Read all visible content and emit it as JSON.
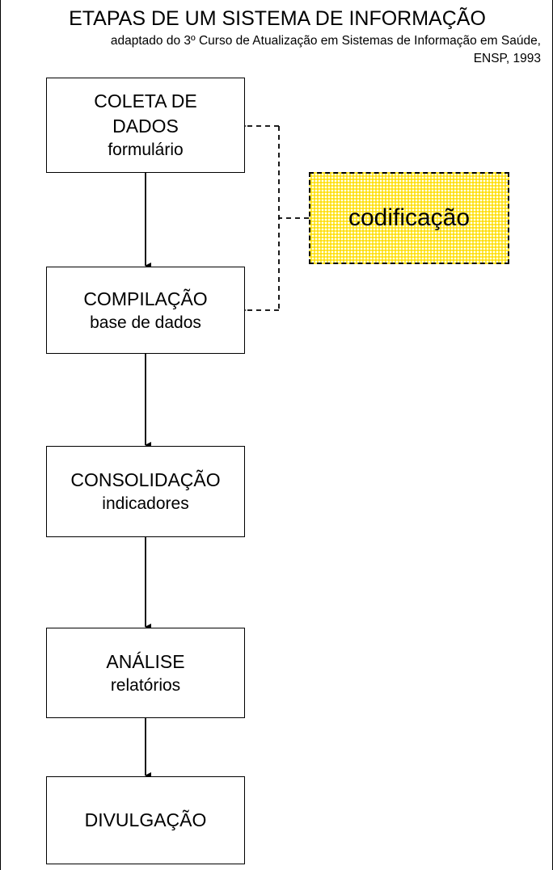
{
  "header": {
    "title": "ETAPAS DE UM SISTEMA DE INFORMAÇÃO",
    "subtitle_line1": "adaptado do 3º Curso de Atualização em Sistemas de Informação em Saúde,",
    "subtitle_line2": "ENSP, 1993"
  },
  "colors": {
    "stroke": "#000000",
    "page_background": "#ffffff",
    "node_fill": "#ffffff",
    "note_fill_pattern": "#ffec47",
    "text": "#000000"
  },
  "chart_data": {
    "type": "diagram",
    "diagram_kind": "flowchart",
    "orientation": "top-to-bottom",
    "title": "ETAPAS DE UM SISTEMA DE INFORMAÇÃO",
    "nodes": [
      {
        "id": "coleta",
        "title": "COLETA DE",
        "title2": "DADOS",
        "subtitle": "formulário",
        "shape": "rectangle",
        "fill": "#ffffff",
        "border": "solid"
      },
      {
        "id": "compilacao",
        "title": "COMPILAÇÃO",
        "subtitle": "base de dados",
        "shape": "rectangle",
        "fill": "#ffffff",
        "border": "solid"
      },
      {
        "id": "consolidacao",
        "title": "CONSOLIDAÇÃO",
        "subtitle": "indicadores",
        "shape": "rectangle",
        "fill": "#ffffff",
        "border": "solid"
      },
      {
        "id": "analise",
        "title": "ANÁLISE",
        "subtitle": "relatórios",
        "shape": "rectangle",
        "fill": "#ffffff",
        "border": "solid"
      },
      {
        "id": "divulgacao",
        "title": "DIVULGAÇÃO",
        "subtitle": "",
        "shape": "rectangle",
        "fill": "#ffffff",
        "border": "solid"
      },
      {
        "id": "codificacao",
        "title": "codificação",
        "subtitle": "",
        "shape": "rectangle",
        "fill": "#ffec47",
        "border": "dashed"
      }
    ],
    "edges": [
      {
        "from": "coleta",
        "to": "compilacao",
        "style": "solid",
        "arrow": "down"
      },
      {
        "from": "compilacao",
        "to": "consolidacao",
        "style": "solid",
        "arrow": "down"
      },
      {
        "from": "consolidacao",
        "to": "analise",
        "style": "solid",
        "arrow": "down"
      },
      {
        "from": "analise",
        "to": "divulgacao",
        "style": "solid",
        "arrow": "down"
      },
      {
        "from": "codificacao",
        "to": "coleta",
        "style": "dashed",
        "arrow": "left"
      },
      {
        "from": "codificacao",
        "to": "compilacao",
        "style": "dashed",
        "arrow": "left"
      }
    ]
  },
  "nodes": {
    "coleta": {
      "line1": "COLETA DE",
      "line2": "DADOS",
      "line3": "formulário"
    },
    "compilacao": {
      "line1": "COMPILAÇÃO",
      "line2": "base de dados"
    },
    "consolidacao": {
      "line1": "CONSOLIDAÇÃO",
      "line2": "indicadores"
    },
    "analise": {
      "line1": "ANÁLISE",
      "line2": "relatórios"
    },
    "divulgacao": {
      "line1": "DIVULGAÇÃO"
    },
    "codificacao": {
      "label": "codificação"
    }
  }
}
